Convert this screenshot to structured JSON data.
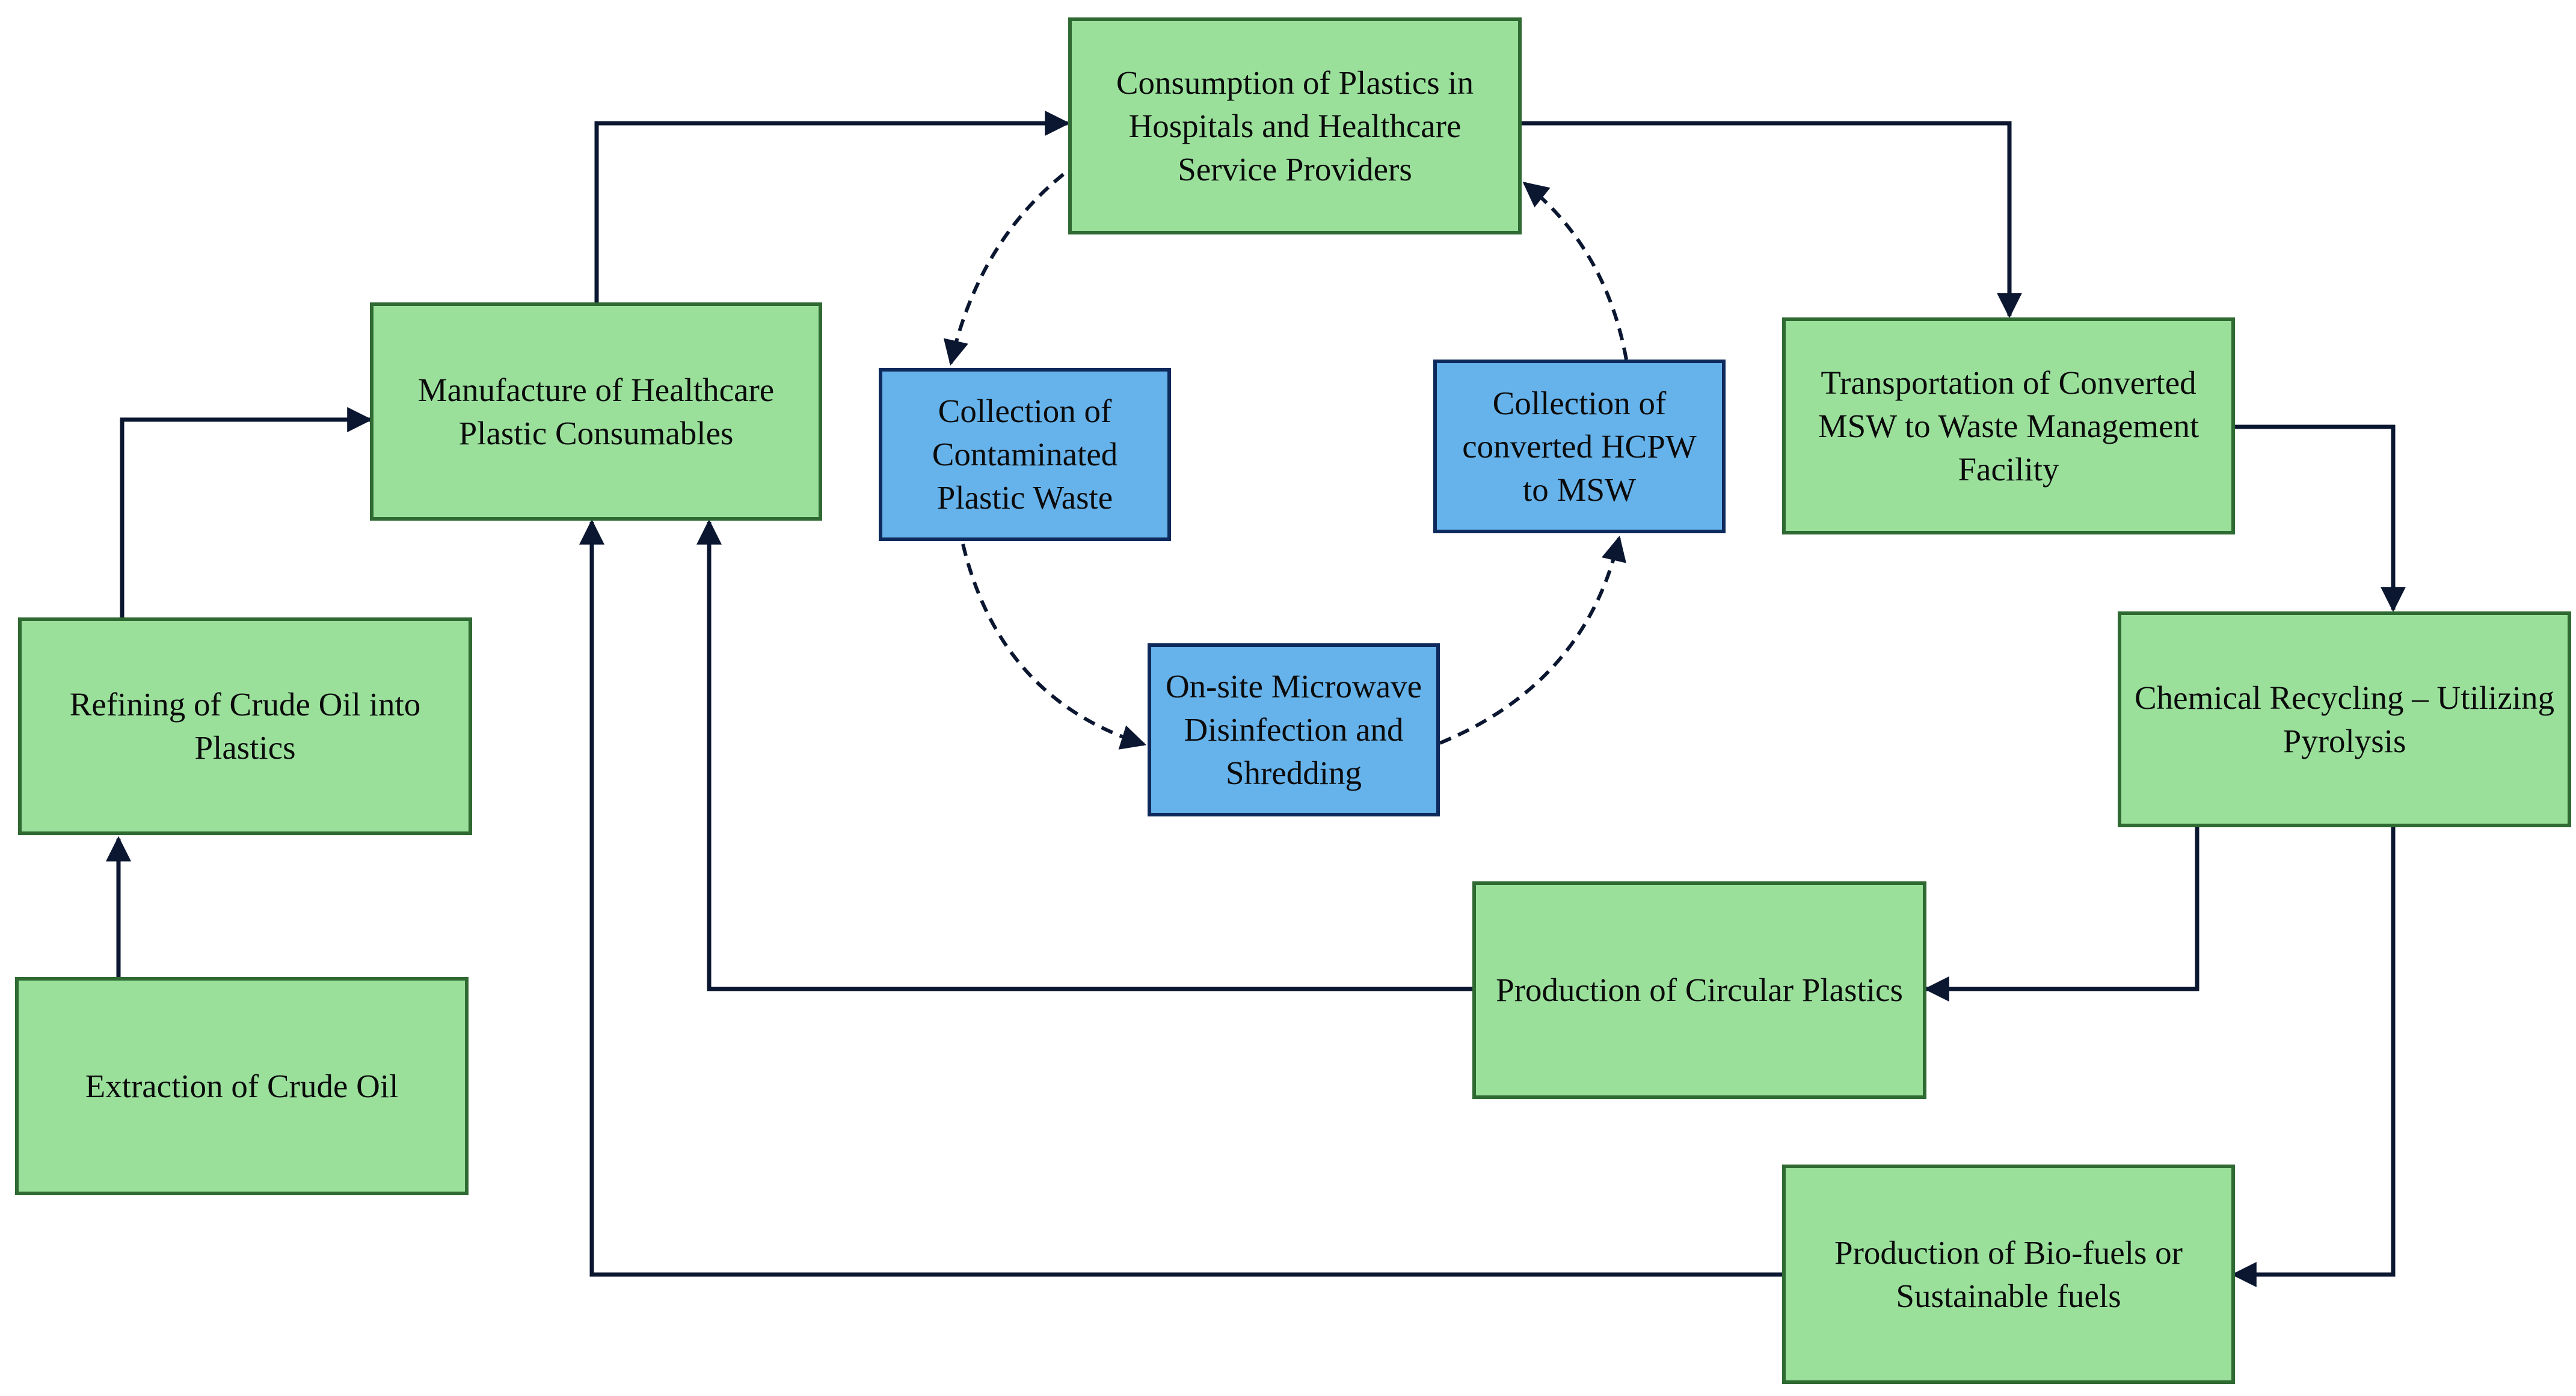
{
  "diagram": {
    "process_nodes": {
      "extraction": "Extraction of Crude Oil",
      "refining": "Refining of Crude Oil into Plastics",
      "manufacture": "Manufacture of Healthcare Plastic Consumables",
      "consumption": "Consumption of Plastics in Hospitals and Healthcare Service Providers",
      "transportation": "Transportation of Converted MSW to Waste Management Facility",
      "chemical_recycling": "Chemical Recycling – Utilizing Pyrolysis",
      "circular_plastics": "Production of Circular Plastics",
      "biofuels": "Production of Bio-fuels or Sustainable fuels"
    },
    "onsite_nodes": {
      "collection_contaminated": "Collection of Contaminated Plastic Waste",
      "microwave": "On-site Microwave Disinfection and Shredding",
      "collection_converted": "Collection of converted HCPW to MSW"
    },
    "colors": {
      "process_fill": "#9ae09b",
      "process_border": "#2f6a32",
      "onsite_fill": "#66b2ea",
      "onsite_border": "#0e2a5c",
      "arrow": "#0b1730"
    }
  }
}
